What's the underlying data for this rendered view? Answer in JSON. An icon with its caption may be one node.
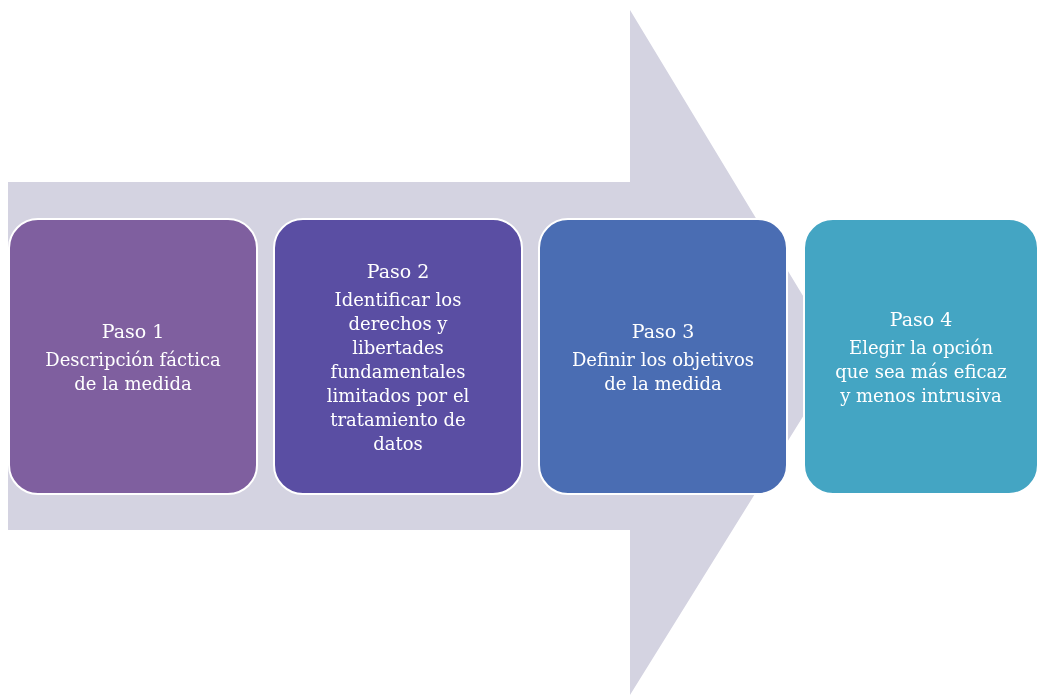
{
  "diagram": {
    "nodes": [
      {
        "text": [
          "Paso 1",
          "Descripción fáctica de la medida"
        ]
      },
      {
        "text": [
          "Paso 2",
          "Identificar los derechos y libertades fundamentales limitados por el tratamiento de datos"
        ]
      },
      {
        "text": [
          "Paso 3",
          "Definir los objetivos de la medida"
        ]
      },
      {
        "text": [
          "Paso 4",
          "Elegir la opción que sea más eficaz y menos intrusiva"
        ]
      }
    ],
    "edges": [
      {
        "from": 0,
        "to": 3,
        "arrow": "to"
      }
    ]
  }
}
